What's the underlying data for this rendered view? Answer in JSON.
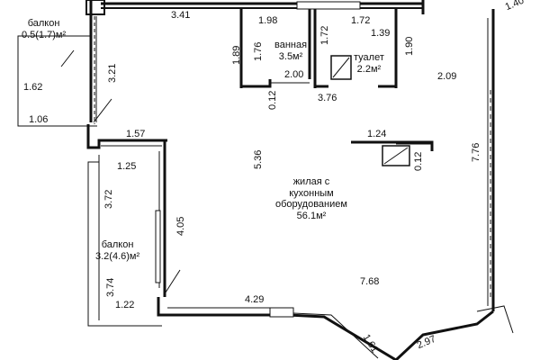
{
  "rooms": {
    "balcony_top": {
      "name": "балкон",
      "area": "0.5(1.7)м²"
    },
    "bathroom": {
      "name": "ванная",
      "area": "3.5м²"
    },
    "toilet": {
      "name": "туалет",
      "area": "2.2м²"
    },
    "living": {
      "line1": "жилая с",
      "line2": "кухонным",
      "line3": "оборудованием",
      "area": "56.1м²"
    },
    "balcony_left": {
      "name": "балкон",
      "area": "3.2(4.6)м²"
    }
  },
  "dimensions": {
    "top_341": "3.41",
    "top_198": "1.98",
    "top_172a": "1.72",
    "top_172b": "1.72",
    "top_139": "1.39",
    "top_189": "1.89",
    "top_176": "1.76",
    "top_190": "1.90",
    "top_200": "2.00",
    "top_012a": "0.12",
    "top_376": "3.76",
    "right_209": "2.09",
    "bal_321": "3.21",
    "bal_162": "1.62",
    "bal_106": "1.06",
    "left_157": "1.57",
    "left_125": "1.25",
    "left_372": "3.72",
    "left_405": "4.05",
    "left_374": "3.74",
    "left_122": "1.22",
    "mid_536": "5.36",
    "mid_124": "1.24",
    "mid_012b": "0.12",
    "right_776": "7.76",
    "bot_768": "7.68",
    "bot_429": "4.29",
    "bot_161": "1.61",
    "bot_297": "2.97",
    "corner_partial": "1.40"
  }
}
